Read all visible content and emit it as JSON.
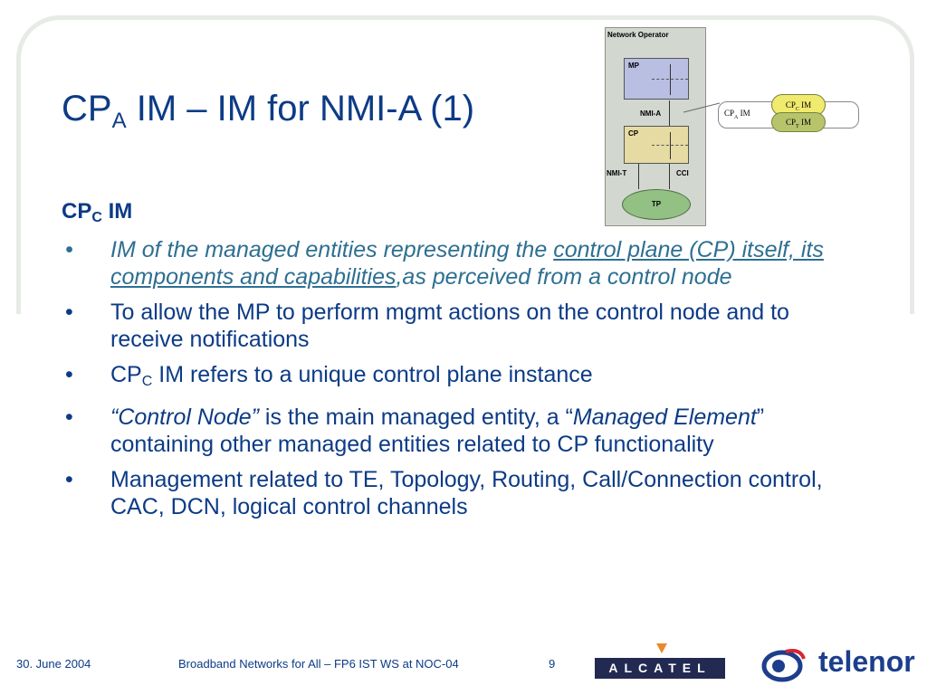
{
  "slide": {
    "title_main": "CP",
    "title_sub": "A",
    "title_rest": " IM – IM for NMI-A (1)"
  },
  "diagram": {
    "title": "Network Operator",
    "mp": "MP",
    "nmi_a": "NMI-A",
    "cp": "CP",
    "nmi_t": "NMI-T",
    "cci": "CCI",
    "tp": "TP",
    "callout_main": "CP",
    "callout_sub": "A",
    "callout_rest": " IM",
    "cloud_c_main": "CP",
    "cloud_c_sub": "C",
    "cloud_c_rest": " IM",
    "cloud_t_main": "CP",
    "cloud_t_sub": "T",
    "cloud_t_rest": " IM"
  },
  "content": {
    "subhead_main": "CP",
    "subhead_sub": "C",
    "subhead_rest": " IM",
    "bullet_char": "•",
    "b1_pre": "IM of the managed entities representing the ",
    "b1_link": "control plane (CP) itself, its components and capabilities",
    "b1_post": ",as perceived from a control node",
    "b2": "To allow the MP to perform mgmt actions on the control node and to receive notifications",
    "b3_main": "CP",
    "b3_sub": "C",
    "b3_rest": " IM refers to a unique control plane instance",
    "b4_ital1": "“Control Node”",
    "b4_mid1": " is the main managed entity, a “",
    "b4_ital2": "Managed Element",
    "b4_rest": "” containing other managed entities related to CP functionality",
    "b5": "Management related to TE, Topology, Routing, Call/Connection control, CAC, DCN, logical control channels"
  },
  "footer": {
    "date": "30. June 2004",
    "center": "Broadband Networks for All – FP6 IST WS at NOC-04",
    "page": "9"
  },
  "logos": {
    "alcatel": "ALCATEL",
    "telenor": "telenor"
  }
}
